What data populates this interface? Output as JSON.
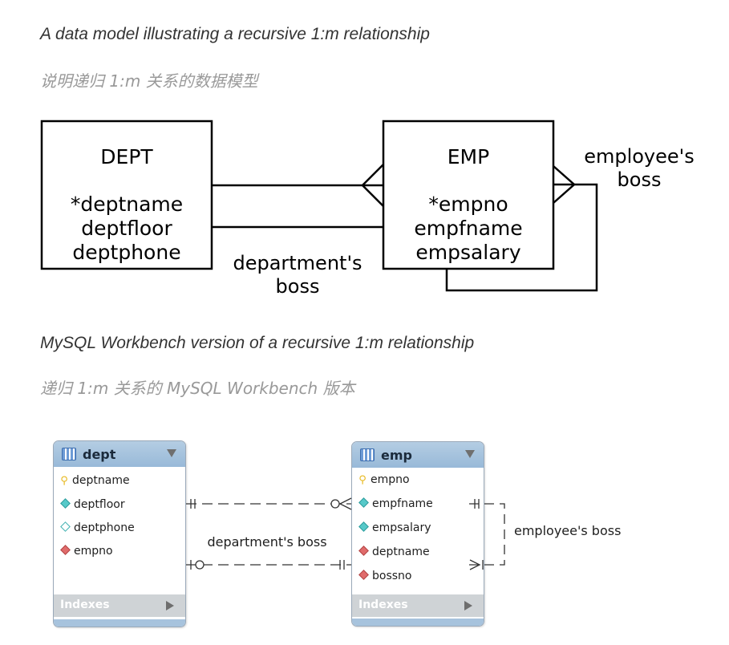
{
  "captions": {
    "caption1_en": "A data model illustrating a recursive 1:m relationship",
    "caption1_zh": "说明递归 1:m 关系的数据模型",
    "caption2_en": "MySQL Workbench version of a recursive 1:m relationship",
    "caption2_zh": "递归 1:m 关系的 MySQL Workbench 版本"
  },
  "diagram1": {
    "dept": {
      "title": "DEPT",
      "attrs": [
        "*deptname",
        "deptfloor",
        "deptphone"
      ]
    },
    "emp": {
      "title": "EMP",
      "attrs": [
        "*empno",
        "empfname",
        "empsalary"
      ]
    },
    "rel_department_boss": [
      "department's",
      "boss"
    ],
    "rel_employee_boss": [
      "employee's",
      "boss"
    ]
  },
  "diagram2": {
    "dept": {
      "name": "dept",
      "columns": [
        {
          "name": "deptname",
          "icon": "key-icon"
        },
        {
          "name": "deptfloor",
          "icon": "teal-diamond-icon"
        },
        {
          "name": "deptphone",
          "icon": "hollow-diamond-icon"
        },
        {
          "name": "empno",
          "icon": "red-diamond-icon"
        }
      ],
      "footer": "Indexes"
    },
    "emp": {
      "name": "emp",
      "columns": [
        {
          "name": "empno",
          "icon": "key-icon"
        },
        {
          "name": "empfname",
          "icon": "teal-diamond-icon"
        },
        {
          "name": "empsalary",
          "icon": "teal-diamond-icon"
        },
        {
          "name": "deptname",
          "icon": "red-diamond-icon"
        },
        {
          "name": "bossno",
          "icon": "red-diamond-icon"
        }
      ],
      "footer": "Indexes"
    },
    "rel_department_boss": "department's boss",
    "rel_employee_boss": "employee's boss"
  },
  "colors": {
    "header_blue": "#a4c2de",
    "footer_grey": "#cfd3d6",
    "key_yellow": "#e7b81d",
    "fk_red": "#e06b6b",
    "col_teal": "#56c9c9"
  }
}
